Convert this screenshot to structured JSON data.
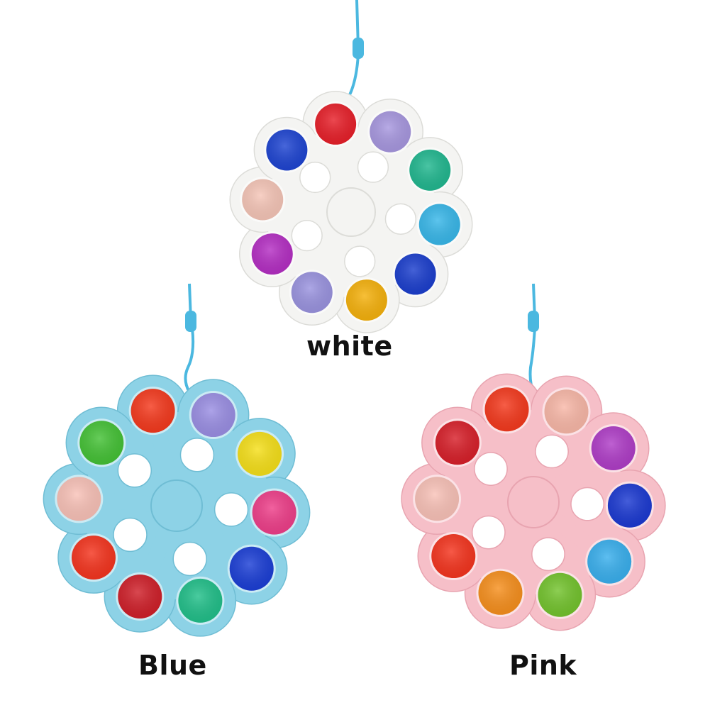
{
  "products": [
    {
      "label": "white",
      "body_color": "#f4f4f2",
      "edge_color": "#dcdcd8",
      "bubbles": [
        "#e8202a",
        "#a898e0",
        "#22b890",
        "#39b8ea",
        "#1c3fce",
        "#f6b20d",
        "#9b94e0",
        "#b52fc4",
        "#f6c6b8",
        "#1f45d2"
      ]
    },
    {
      "label": "Blue",
      "body_color": "#8dd2e6",
      "edge_color": "#6fbdd4",
      "bubbles": [
        "#f53a1e",
        "#9b8fe4",
        "#f6e01a",
        "#ef3f8a",
        "#1c3fd6",
        "#22c08a",
        "#d0202a",
        "#f5351f",
        "#f9c2b8",
        "#45c236"
      ]
    },
    {
      "label": "Pink",
      "body_color": "#f6bfc8",
      "edge_color": "#e8a4b0",
      "bubbles": [
        "#f53a1e",
        "#f9b8a8",
        "#b03ec8",
        "#1c3ad2",
        "#3ab0ee",
        "#74c42e",
        "#f7901e",
        "#f5351f",
        "#f9c2b8",
        "#d8202a"
      ]
    }
  ],
  "lanyard_color": "#4bb8e0"
}
